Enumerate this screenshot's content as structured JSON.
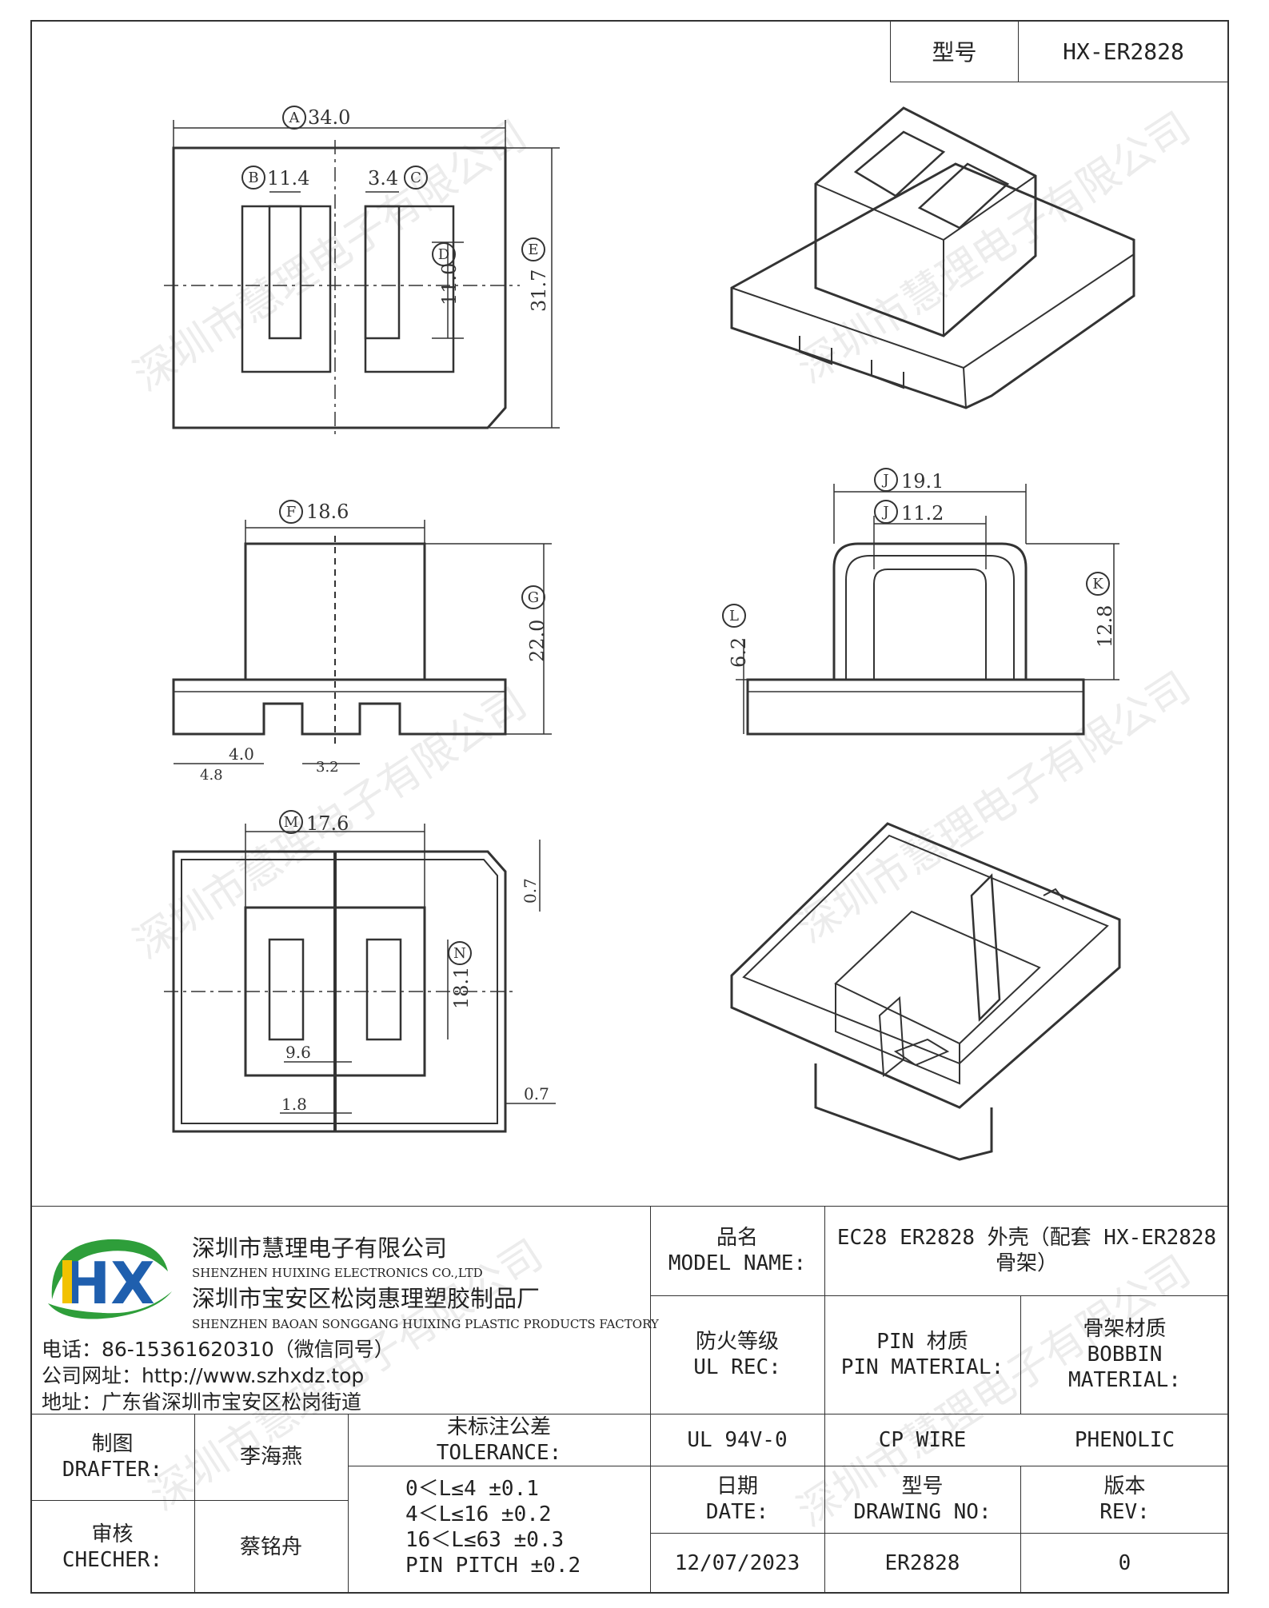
{
  "header": {
    "model_label": "型号",
    "model_value": "HX-ER2828"
  },
  "dimensions": {
    "A": "34.0",
    "B": "11.4",
    "C": "3.4",
    "D": "11.0",
    "E": "31.7",
    "F": "18.6",
    "G": "22.0",
    "h1": "4.0",
    "h2": "4.8",
    "h3": "3.2",
    "J": "19.1",
    "J2": "11.2",
    "K": "12.8",
    "L": "6.2",
    "M": "17.6",
    "N": "0.7",
    "P": "18.1",
    "Q": "9.6",
    "R": "1.8",
    "S": "0.7"
  },
  "dim_letters": {
    "A": "A",
    "B": "B",
    "C": "C",
    "D": "D",
    "E": "E",
    "F": "F",
    "G": "G",
    "J": "J",
    "J2": "J",
    "K": "K",
    "L": "L",
    "M": "M",
    "P": "N"
  },
  "company": {
    "name_cn": "深圳市慧理电子有限公司",
    "name_en": "SHENZHEN HUIXING ELECTRONICS CO.,LTD",
    "factory_cn": "深圳市宝安区松岗惠理塑胶制品厂",
    "factory_en": "SHENZHEN BAOAN SONGGANG HUIXING PLASTIC PRODUCTS FACTORY",
    "phone": "电话：86-15361620310（微信同号）",
    "website": "公司网址：http://www.szhxdz.top",
    "address": "地址：广东省深圳市宝安区松岗街道",
    "logo_text": "HX",
    "logo_green": "#2e9e3a",
    "logo_yellow": "#f2c200",
    "logo_blue": "#1f5fae"
  },
  "title_block": {
    "model_name_label_cn": "品名",
    "model_name_label_en": "MODEL NAME:",
    "model_name_value_1": "EC28 ER2828 外壳（配套 HX-ER2828",
    "model_name_value_2": "骨架）",
    "ul_label_cn": "防火等级",
    "ul_label_en": "UL REC:",
    "pin_label_cn": "PIN 材质",
    "pin_label_en": "PIN MATERIAL:",
    "bobbin_label_cn": "骨架材质",
    "bobbin_label_en_1": "BOBBIN",
    "bobbin_label_en_2": "MATERIAL:",
    "ul_value": "UL 94V-0",
    "pin_value": "CP WIRE",
    "bobbin_value": "PHENOLIC",
    "drafter_label_cn": "制图",
    "drafter_label_en": "DRAFTER:",
    "drafter_name": "李海燕",
    "checker_label_cn": "审核",
    "checker_label_en": "CHECHER:",
    "checker_name": "蔡铭舟",
    "tolerance_label_cn": "未标注公差",
    "tolerance_label_en": "TOLERANCE:",
    "tolerances": [
      "0＜L≤4   ±0.1",
      "4＜L≤16  ±0.2",
      "16＜L≤63  ±0.3",
      "PIN PITCH ±0.2"
    ],
    "date_label_cn": "日期",
    "date_label_en": "DATE:",
    "date_value": "12/07/2023",
    "drawing_no_label_cn": "型号",
    "drawing_no_label_en": "DRAWING NO:",
    "drawing_no_value": "ER2828",
    "rev_label_cn": "版本",
    "rev_label_en": "REV:",
    "rev_value": "0"
  },
  "watermark": "深圳市慧理电子有限公司"
}
